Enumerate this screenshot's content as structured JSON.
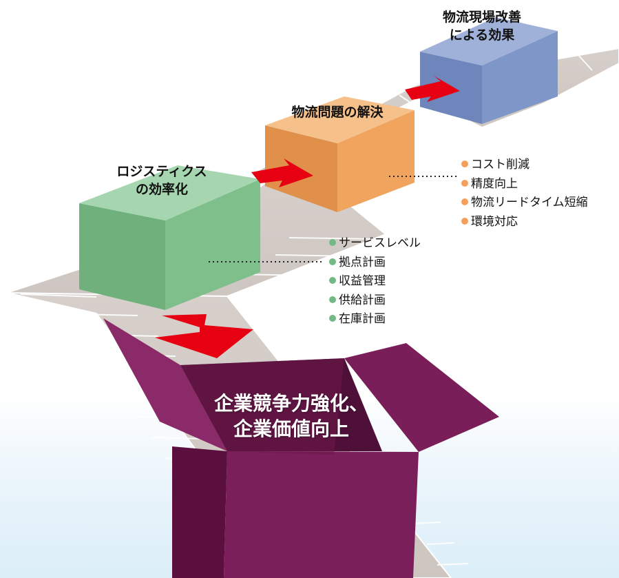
{
  "colors": {
    "belt_light": "#ebe6e1",
    "belt_dark": "#cfc7c1",
    "arrow_red": "#e60012",
    "box_blue": "#7f96c9",
    "box_orange": "#f0a45e",
    "box_green": "#7fbf8c",
    "box_purple": "#7b1f5a",
    "bullet_orange": "#f4a05a",
    "bullet_green": "#72b985"
  },
  "stage1": {
    "line1": "物流現場改善",
    "line2": "による効果"
  },
  "stage2": {
    "title": "物流問題の解決"
  },
  "stage3": {
    "line1": "ロジスティクス",
    "line2": "の効率化"
  },
  "list_orange": [
    "コスト削減",
    "精度向上",
    "物流リードタイム短縮",
    "環境対応"
  ],
  "list_green": [
    "サービスレベル",
    "拠点計画",
    "収益管理",
    "供給計画",
    "在庫計画"
  ],
  "result": {
    "line1": "企業競争力強化、",
    "line2": "企業価値向上"
  }
}
